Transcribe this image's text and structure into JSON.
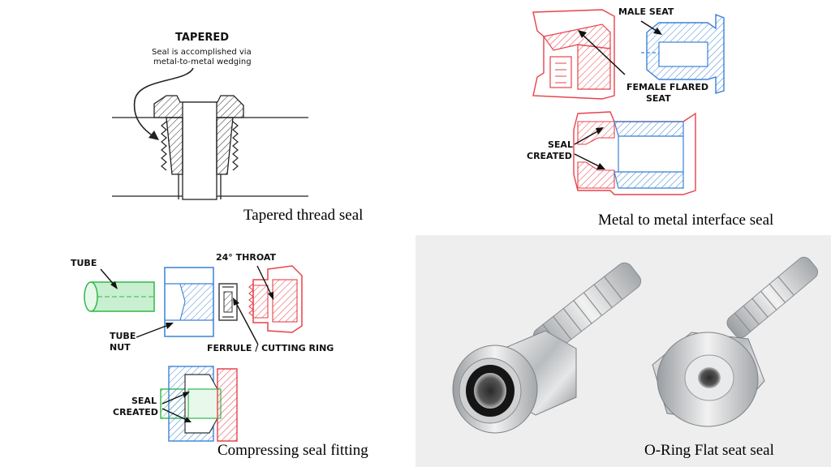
{
  "tapered": {
    "heading": "TAPERED",
    "note_line1": "Seal is accomplished via",
    "note_line2": "metal-to-metal wedging",
    "caption": "Tapered thread seal"
  },
  "metal": {
    "male_seat": "MALE SEAT",
    "female_line1": "FEMALE FLARED",
    "female_line2": "SEAT",
    "seal_line1": "SEAL",
    "seal_line2": "CREATED",
    "caption": "Metal to metal interface seal"
  },
  "compress": {
    "tube": "TUBE",
    "throat": "24° THROAT",
    "nut_line1": "TUBE",
    "nut_line2": "NUT",
    "ferrule": "FERRULE / CUTTING RING",
    "seal_line1": "SEAL",
    "seal_line2": "CREATED",
    "caption": "Compressing seal fitting"
  },
  "oring": {
    "caption": "O-Ring Flat seat seal"
  },
  "colors": {
    "red": "#e8414b",
    "blue": "#3b82d6",
    "green": "#2fb84a",
    "ink": "#222222",
    "photo_bg": "#eeeeee"
  }
}
